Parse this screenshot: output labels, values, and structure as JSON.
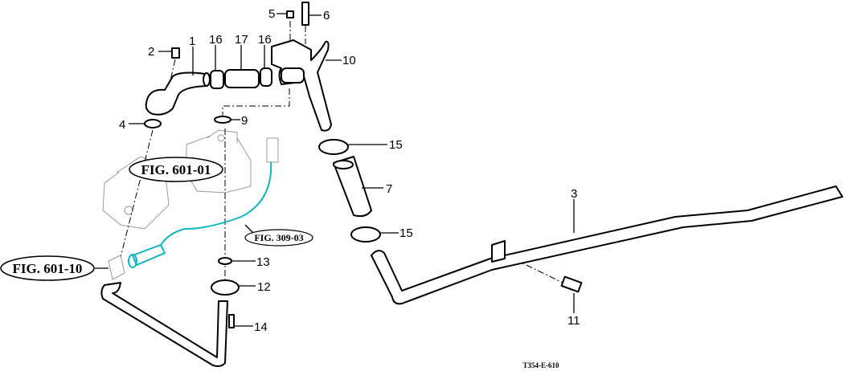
{
  "callouts": {
    "c1": "1",
    "c2": "2",
    "c3": "3",
    "c4": "4",
    "c5": "5",
    "c6": "6",
    "c7": "7",
    "c9": "9",
    "c10": "10",
    "c11": "11",
    "c12": "12",
    "c13": "13",
    "c14": "14",
    "c15a": "15",
    "c15b": "15",
    "c16a": "16",
    "c16b": "16",
    "c17": "17"
  },
  "figure_refs": {
    "fig_601_01": "FIG. 601-01",
    "fig_601_10": "FIG. 601-10",
    "fig_309_03": "FIG. 309-03"
  },
  "drawing_code": "T354-E-610",
  "colors": {
    "line": "#000000",
    "hose": "#10b5c0",
    "ghost": "#999999"
  }
}
